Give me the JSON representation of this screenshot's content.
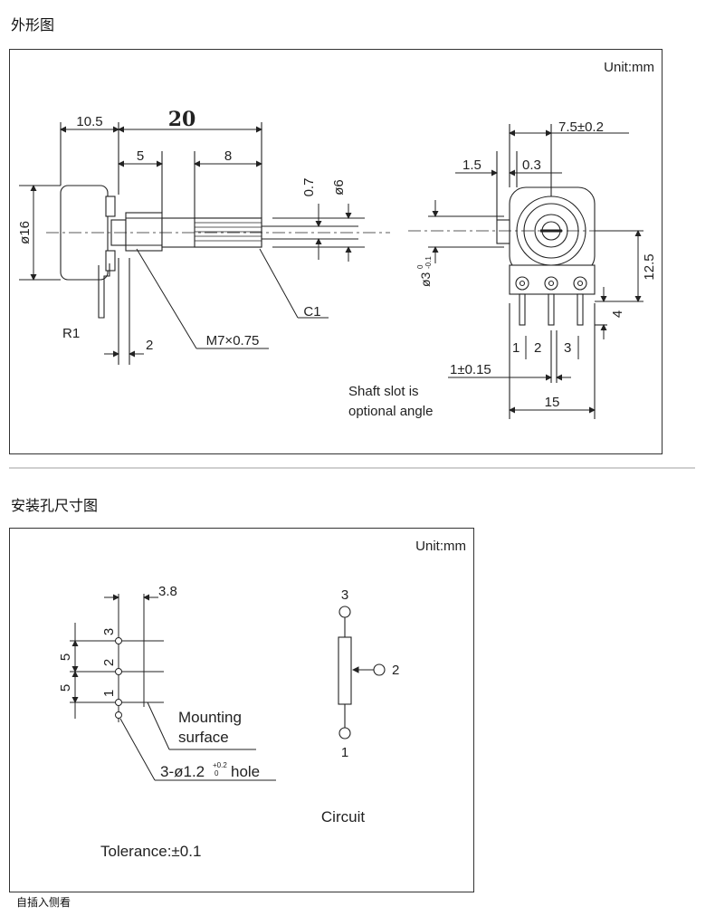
{
  "section1": {
    "title": "外形图",
    "unit": "Unit:mm",
    "side": {
      "overall": "20",
      "body_len": "10.5",
      "thread_len": "5",
      "knurl_len": "8",
      "slot_w": "0.7",
      "shaft_dia": "ø6",
      "body_dia": "ø16",
      "chamfer": "C1",
      "thread": "M7×0.75",
      "r1": "R1",
      "terminal_gap": "2"
    },
    "front": {
      "offset_a": "7.5±0.2",
      "dim_15": "1.5",
      "dim_03": "0.3",
      "height": "12.5",
      "shaft_hole": "ø3",
      "tol_upper": "0",
      "tol_lower": "-0.1",
      "term_len": "4",
      "pin1": "1",
      "pin2": "2",
      "pin3": "3",
      "pin_tol": "1±0.15",
      "width": "15",
      "note_line1": "Shaft slot is",
      "note_line2": "optional angle"
    }
  },
  "section2": {
    "title": "安装孔尺寸图",
    "unit": "Unit:mm",
    "mount": {
      "dim_38": "3.8",
      "pitch_a": "5",
      "pitch_b": "5",
      "hole1": "1",
      "hole2": "2",
      "hole3": "3",
      "surface_line1": "Mounting",
      "surface_line2": "surface",
      "hole_spec": "3-ø1.2",
      "hole_tol_upper": "+0.2",
      "hole_tol_lower": "0",
      "hole_word": "hole",
      "tolerance": "Tolerance:±0.1"
    },
    "circuit": {
      "label": "Circuit",
      "t1": "1",
      "t2": "2",
      "t3": "3"
    }
  },
  "footer": "自插入侧看"
}
